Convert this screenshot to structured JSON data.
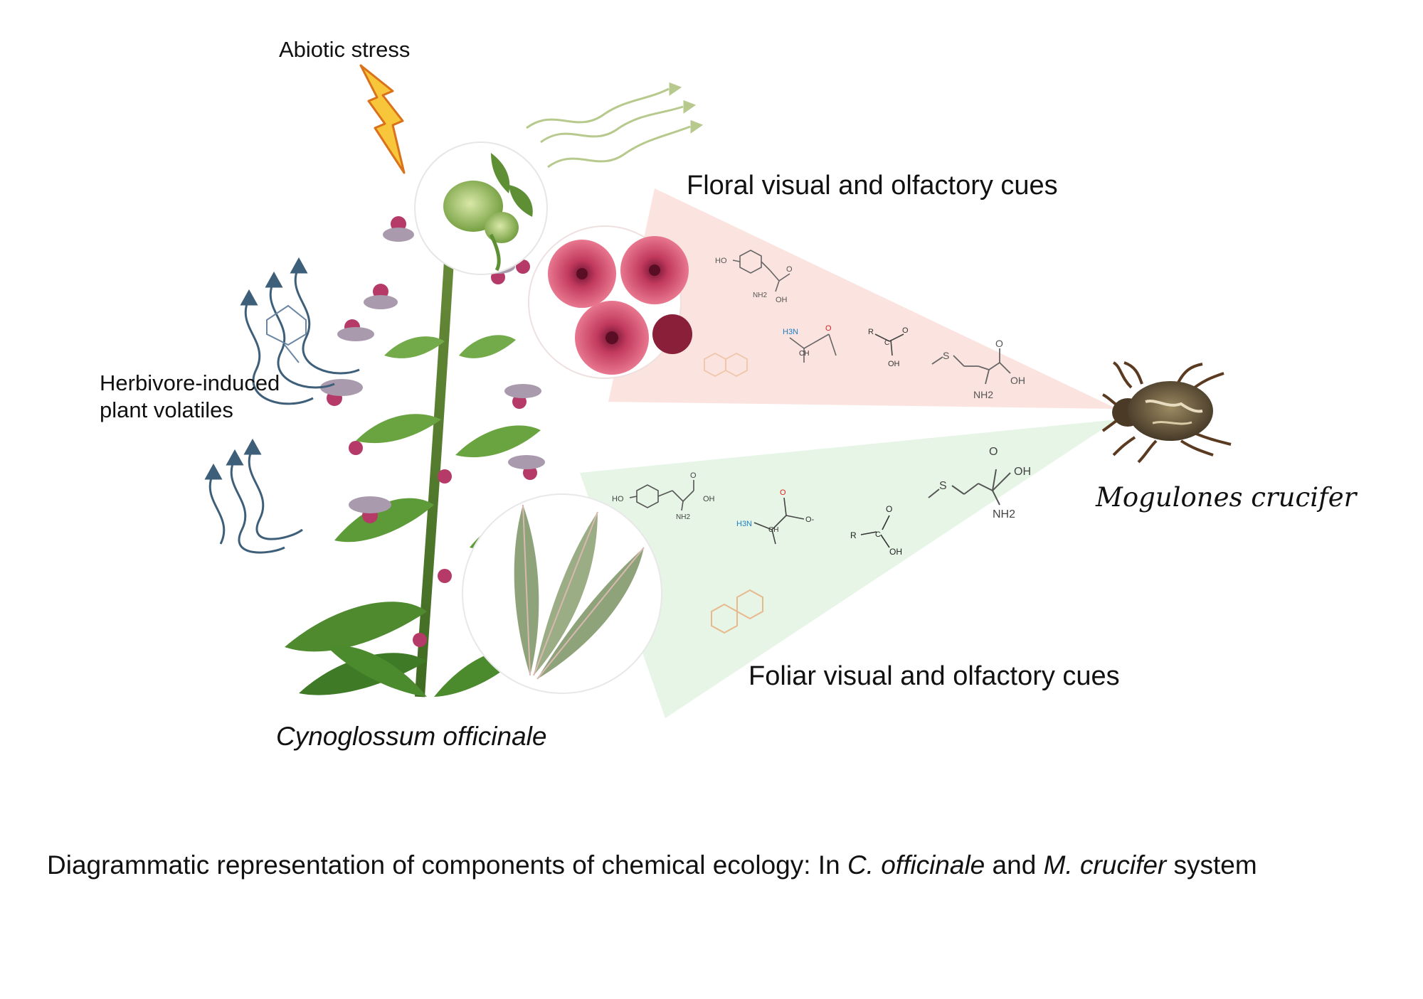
{
  "labels": {
    "abiotic_stress": "Abiotic stress",
    "floral_cues": "Floral visual and olfactory cues",
    "foliar_cues": "Foliar visual and olfactory cues",
    "herbivore_line1": "Herbivore-induced",
    "herbivore_line2": "plant volatiles",
    "plant_species": "Cynoglossum officinale",
    "insect_species": "Mogulones crucifer"
  },
  "caption": {
    "prefix": "Diagrammatic representation of components of chemical ecology: In ",
    "species1": "C. officinale",
    "middle": " and ",
    "species2": "M. crucifer",
    "suffix": " system"
  },
  "molecule_labels": {
    "ho": "HO",
    "oh": "OH",
    "o": "O",
    "nh2": "NH2",
    "h3n": "H3N",
    "ch": "CH",
    "r": "R",
    "c": "C",
    "s": "S",
    "o_minus": "O-"
  },
  "colors": {
    "floral_cone": "#fbe3df",
    "foliar_cone": "#e6f5e6",
    "lightning_fill": "#f7c63b",
    "lightning_stroke": "#d9721a",
    "wave_blue": "#3d5f7a",
    "wave_green": "#b7c98c",
    "flower": "#c23a5e",
    "leaf": "#8fa37a",
    "beetle": "#5a4a35"
  }
}
